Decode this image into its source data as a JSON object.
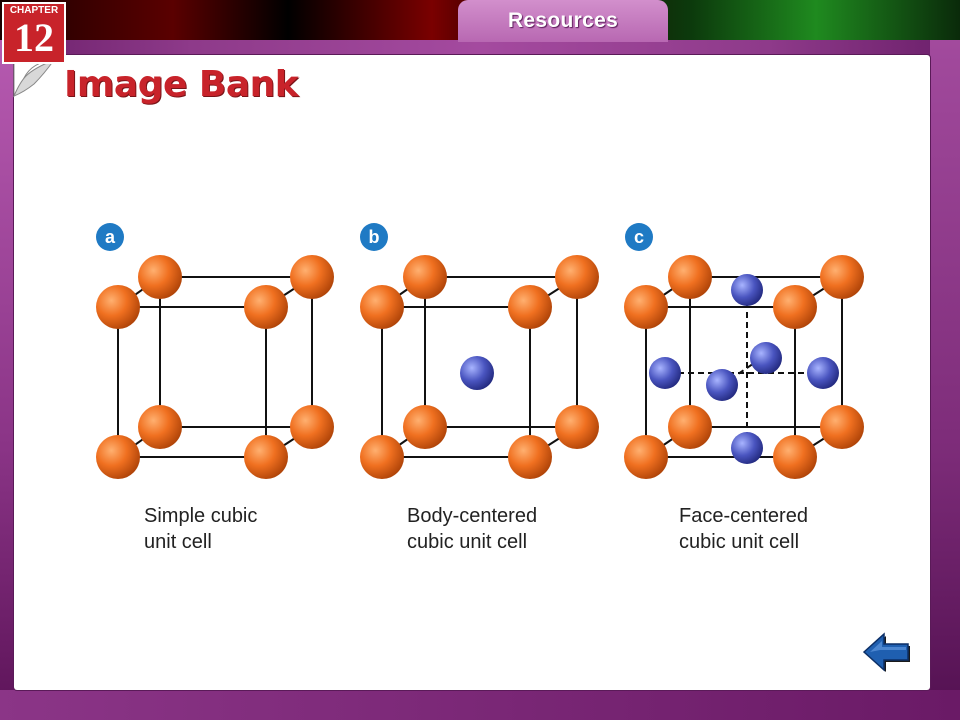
{
  "header": {
    "chapter_label": "CHAPTER",
    "chapter_number": "12",
    "tab_label": "Resources"
  },
  "main": {
    "title": "Image Bank",
    "panels": [
      {
        "letter": "a",
        "caption_line1": "Simple cubic",
        "caption_line2": "unit cell"
      },
      {
        "letter": "b",
        "caption_line1": "Body-centered",
        "caption_line2": "cubic unit cell"
      },
      {
        "letter": "c",
        "caption_line1": "Face-centered",
        "caption_line2": "cubic unit cell"
      }
    ]
  },
  "colors": {
    "corner_atom": "#f07020",
    "center_atom": "#4a55c0",
    "label_circle": "#1f7ac4",
    "accent_red": "#c8232a"
  },
  "nav": {
    "back_icon": "back-arrow-icon"
  }
}
